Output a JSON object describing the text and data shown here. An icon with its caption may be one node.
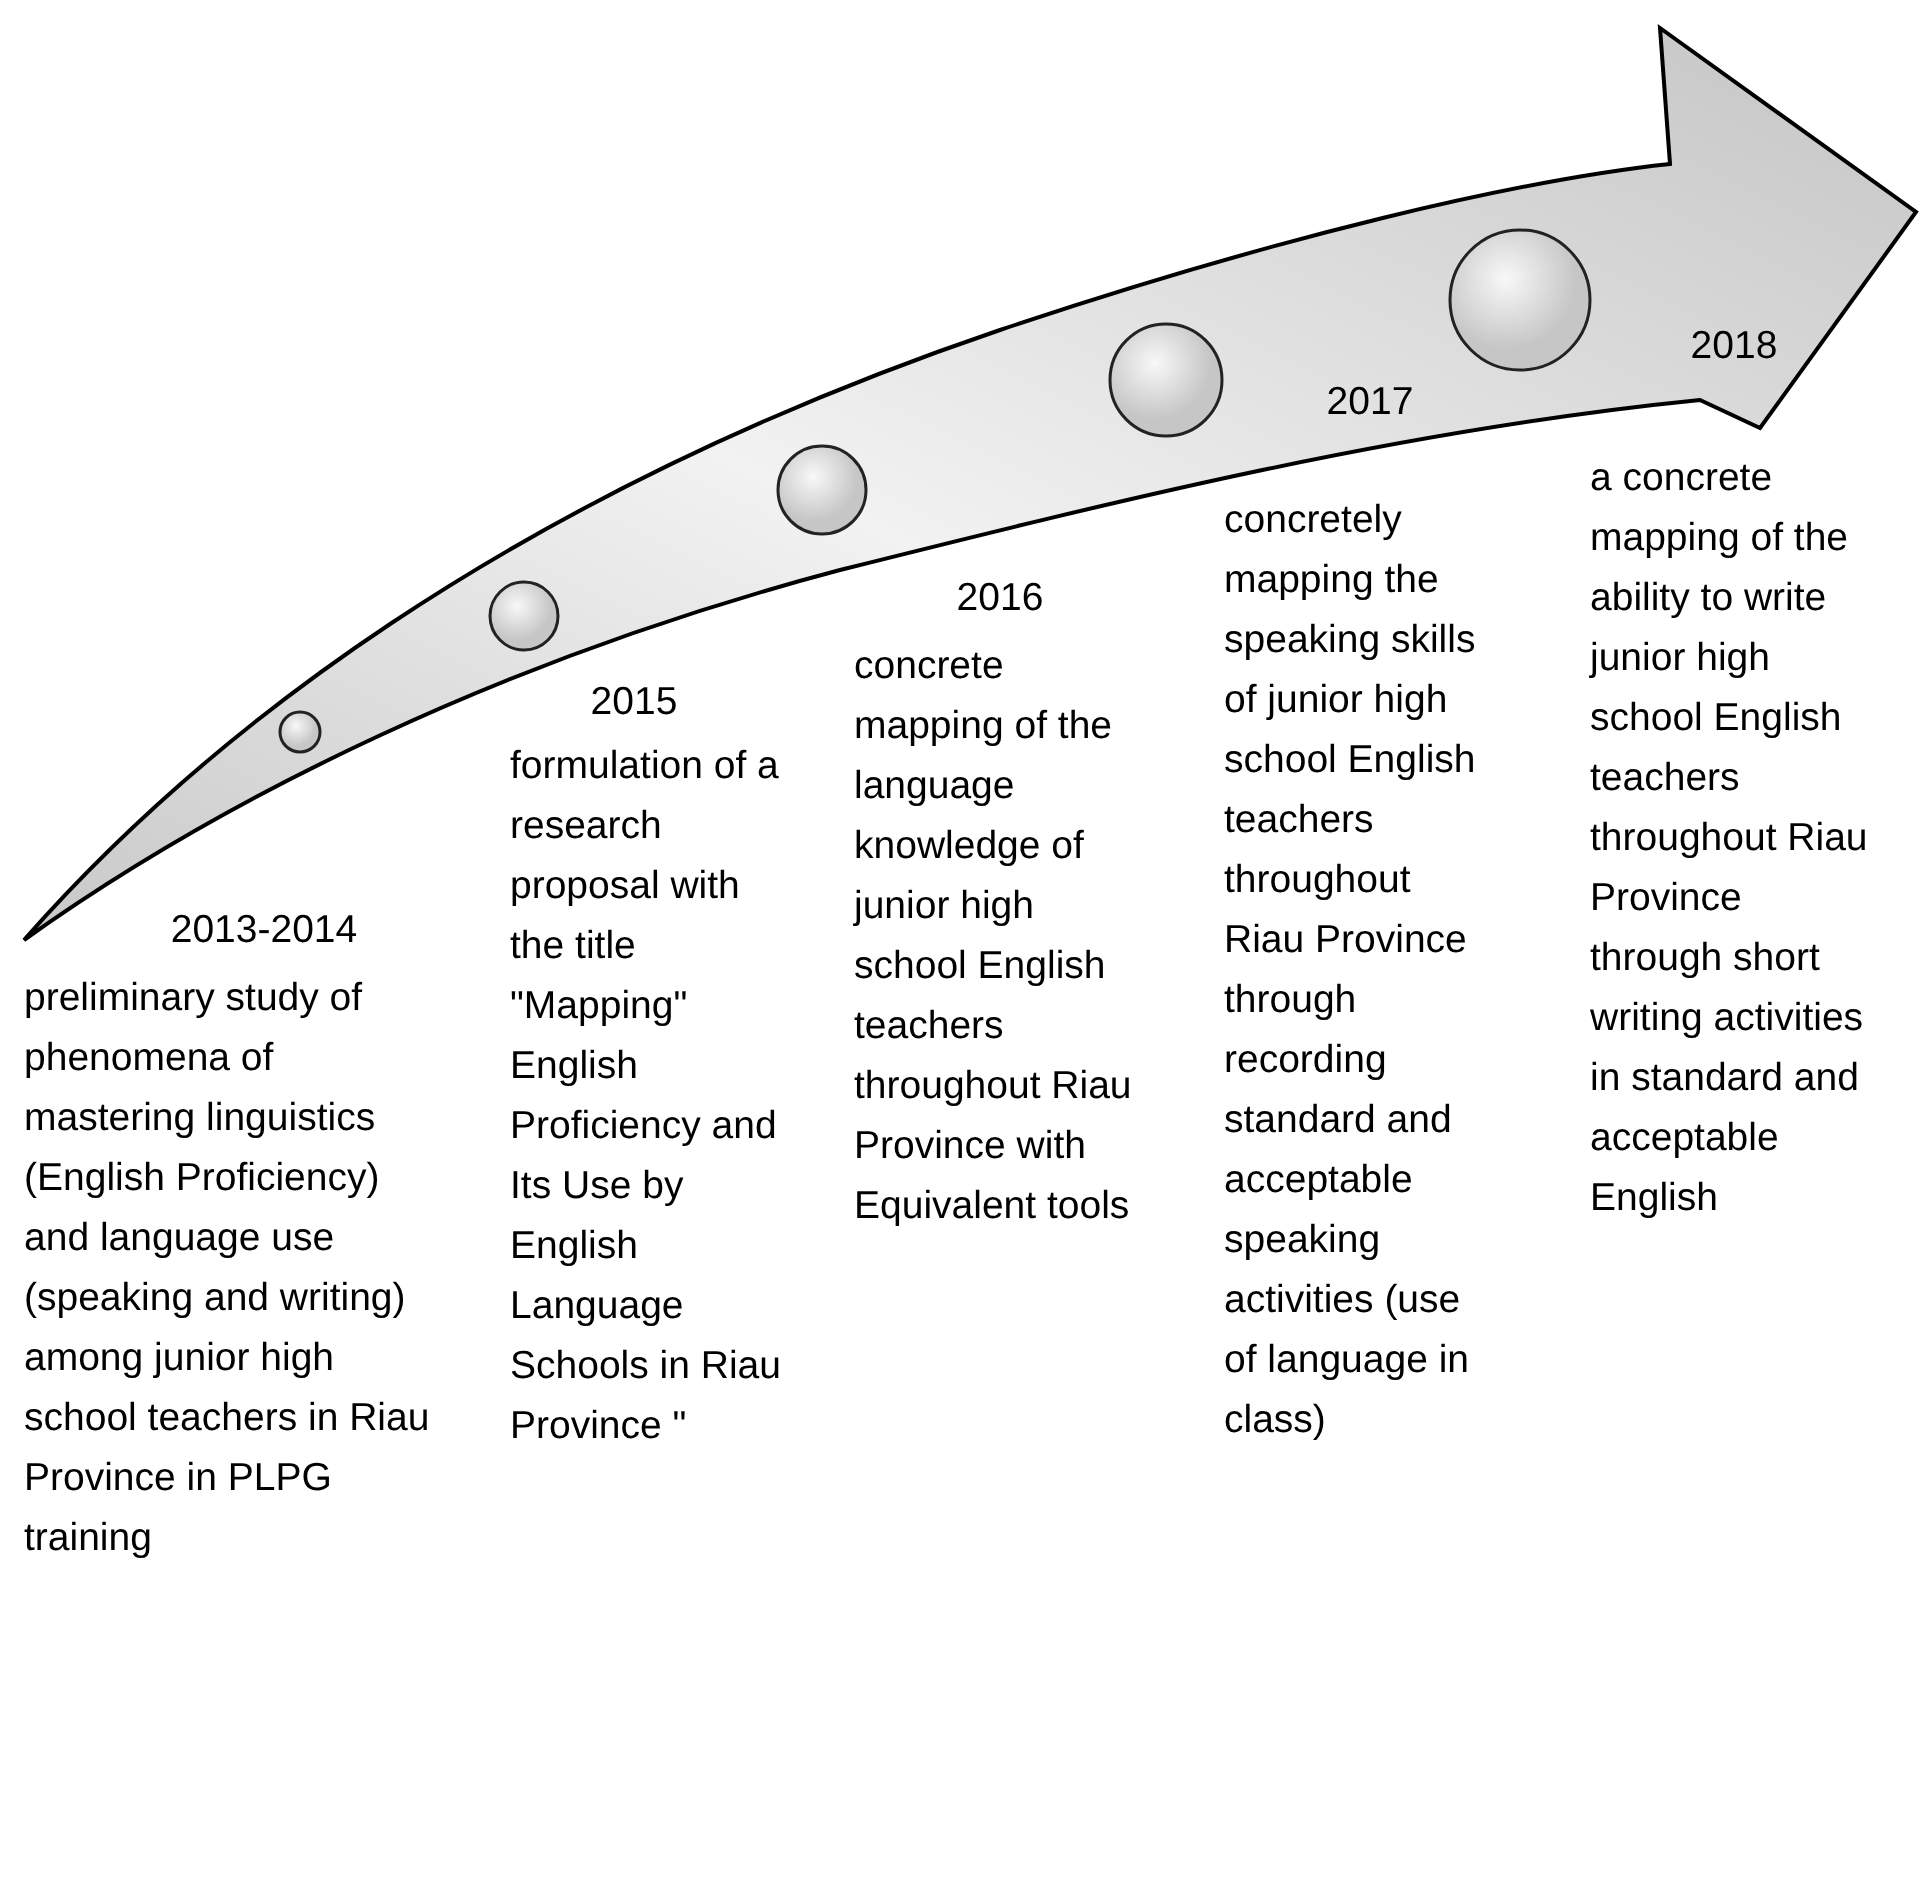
{
  "diagram": {
    "labels": [
      "2013-2014",
      "preliminary study of phenomena of mastering linguistics (English Proficiency) and language use (speaking and writing) among junior high school teachers in Riau Province in PLPG training",
      "2015",
      "formulation of a research proposal with the title \"Mapping\" English Proficiency and Its Use by English Language Schools in Riau Province \"",
      "2016",
      "concrete mapping of the language knowledge of junior high school English teachers throughout Riau Province with Equivalent tools",
      "2017",
      "concretely mapping the speaking skills of junior high school English teachers throughout Riau Province through recording standard and acceptable speaking activities (use of language in class)",
      "2018",
      "a concrete mapping of the ability to write junior high school English teachers throughout Riau Province through short writing activities in standard and acceptable English"
    ]
  }
}
